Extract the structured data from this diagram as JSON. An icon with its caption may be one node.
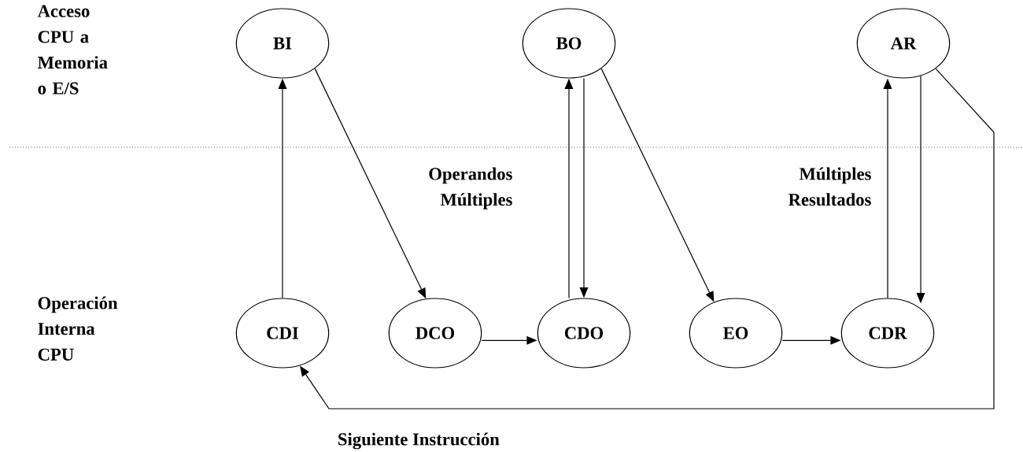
{
  "diagram": {
    "nodes": [
      {
        "text": [
          "BI"
        ]
      },
      {
        "text": [
          "BO"
        ]
      },
      {
        "text": [
          "AR"
        ]
      },
      {
        "text": [
          "CDI"
        ]
      },
      {
        "text": [
          "DCO"
        ]
      },
      {
        "text": [
          "CDO"
        ]
      },
      {
        "text": [
          "EO"
        ]
      },
      {
        "text": [
          "CDR"
        ]
      }
    ],
    "edges": [
      {
        "from": 3,
        "to": 0,
        "arrow": "to"
      },
      {
        "from": 0,
        "to": 4,
        "arrow": "to"
      },
      {
        "from": 4,
        "to": 5,
        "arrow": "to"
      },
      {
        "from": 5,
        "to": 1,
        "arrow": "to"
      },
      {
        "from": 1,
        "to": 5,
        "arrow": "to"
      },
      {
        "from": 1,
        "to": 6,
        "arrow": "to"
      },
      {
        "from": 6,
        "to": 7,
        "arrow": "to"
      },
      {
        "from": 7,
        "to": 2,
        "arrow": "to"
      },
      {
        "from": 2,
        "to": 7,
        "arrow": "to"
      },
      {
        "from": 2,
        "to": 3,
        "arrow": "to",
        "label": "Siguiente Instrucción"
      }
    ],
    "labels": [
      "Acceso CPU a Memoria o E/S",
      "Operandos Múltiples",
      "Múltiples Resultados",
      "Operación Interna CPU"
    ]
  }
}
